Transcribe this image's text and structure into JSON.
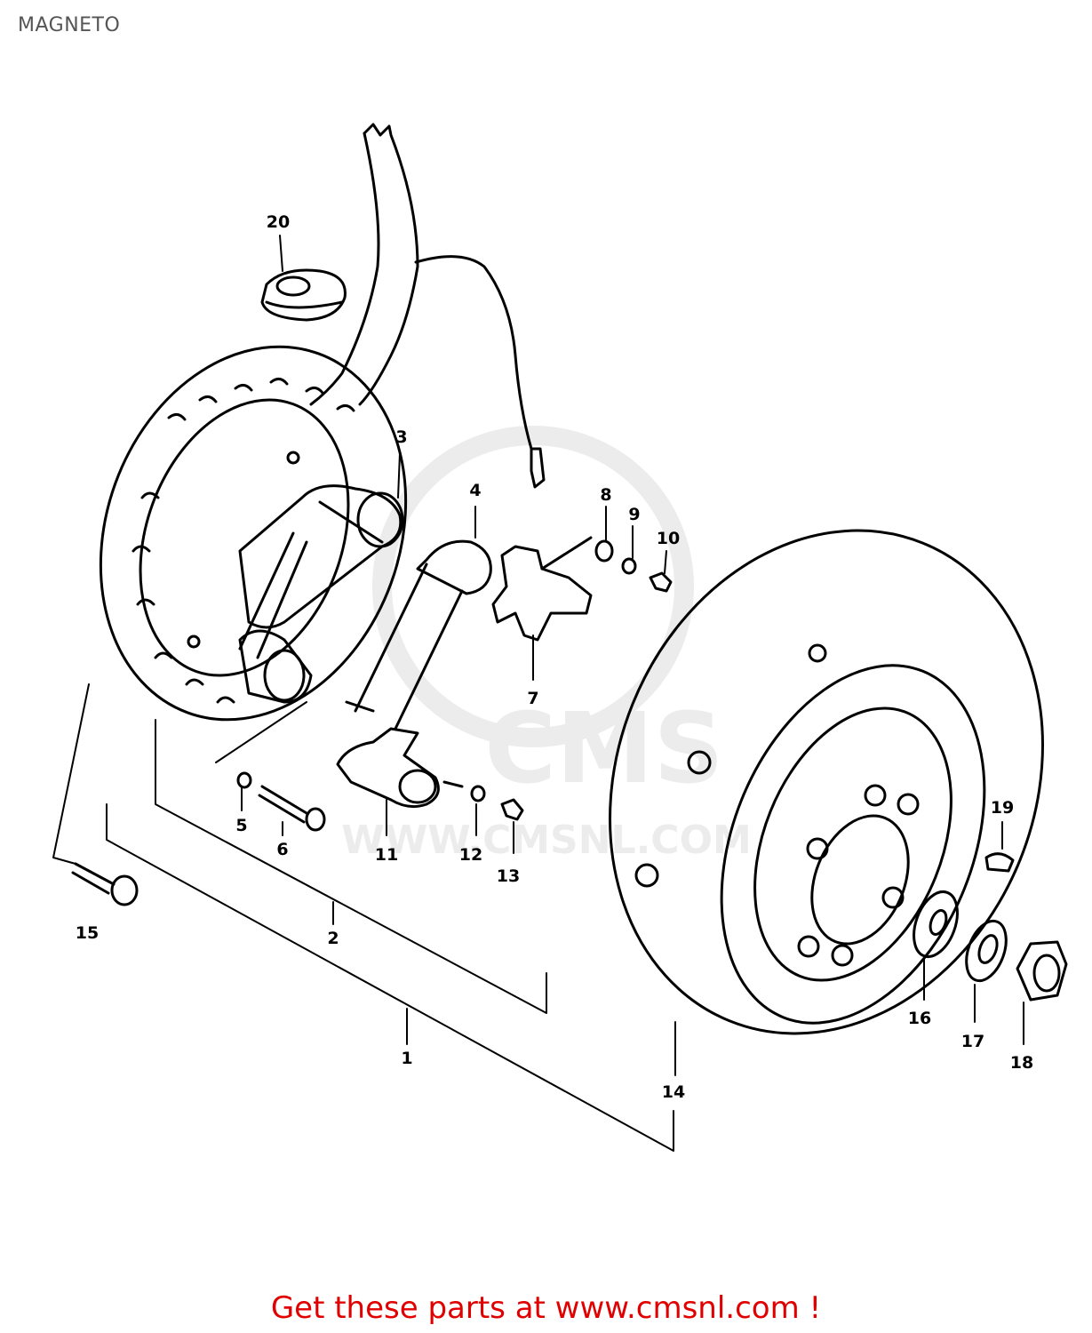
{
  "title": "MAGNETO",
  "watermark": {
    "brand": "CMS",
    "url": "WWW.CMSNL.COM"
  },
  "part_labels": [
    {
      "id": "1",
      "text": "1"
    },
    {
      "id": "2",
      "text": "2"
    },
    {
      "id": "3",
      "text": "3"
    },
    {
      "id": "4",
      "text": "4"
    },
    {
      "id": "5",
      "text": "5"
    },
    {
      "id": "6",
      "text": "6"
    },
    {
      "id": "7",
      "text": "7"
    },
    {
      "id": "8",
      "text": "8"
    },
    {
      "id": "9",
      "text": "9"
    },
    {
      "id": "10",
      "text": "10"
    },
    {
      "id": "11",
      "text": "11"
    },
    {
      "id": "12",
      "text": "12"
    },
    {
      "id": "13",
      "text": "13"
    },
    {
      "id": "14",
      "text": "14"
    },
    {
      "id": "15",
      "text": "15"
    },
    {
      "id": "16",
      "text": "16"
    },
    {
      "id": "17",
      "text": "17"
    },
    {
      "id": "18",
      "text": "18"
    },
    {
      "id": "19",
      "text": "19"
    },
    {
      "id": "20",
      "text": "20"
    }
  ],
  "footer": {
    "link_text": "Get these parts at www.cmsnl.com !"
  },
  "colors": {
    "line": "#000000",
    "link": "#e00000",
    "watermark": "#ececec"
  }
}
